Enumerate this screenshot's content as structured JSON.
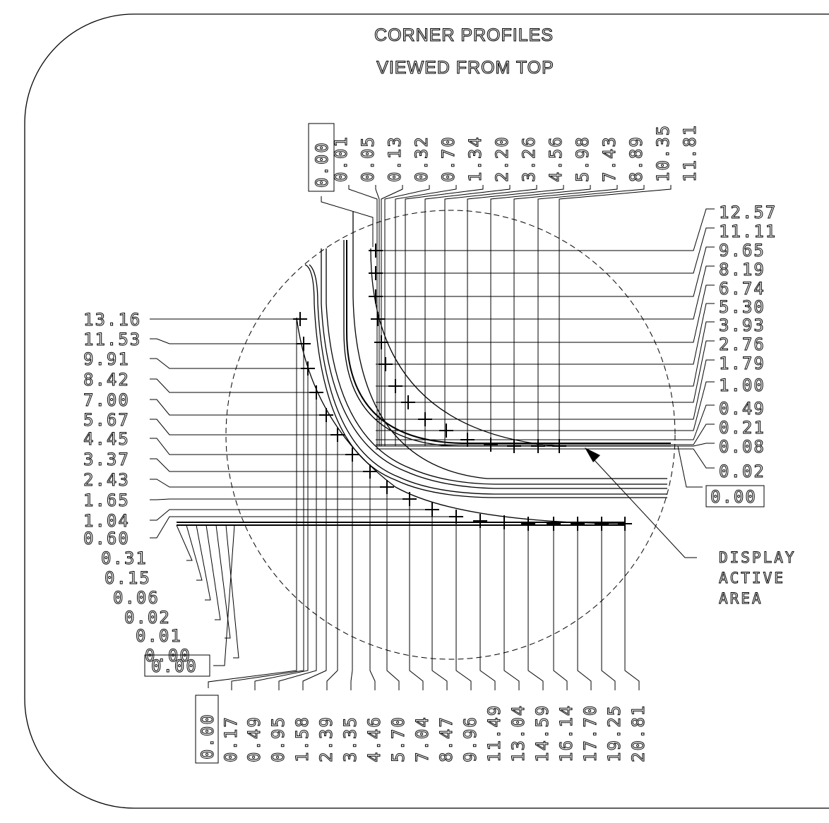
{
  "title": {
    "line1": "CORNER PROFILES",
    "line2": "VIEWED FROM TOP"
  },
  "callout": {
    "label_lines": [
      "DISPLAY",
      "ACTIVE",
      "AREA"
    ]
  },
  "top_values": {
    "boxed": "0.00",
    "items": [
      "0.01",
      "0.05",
      "0.13",
      "0.32",
      "0.70",
      "1.34",
      "2.20",
      "3.26",
      "4.56",
      "5.98",
      "7.43",
      "8.89",
      "10.35",
      "11.81"
    ]
  },
  "right_values": {
    "items": [
      "12.57",
      "11.11",
      "9.65",
      "8.19",
      "6.74",
      "5.30",
      "3.93",
      "2.76",
      "1.79",
      "1.00",
      "0.49",
      "0.21",
      "0.08",
      "0.02"
    ],
    "boxed": "0.00"
  },
  "left_values": {
    "items": [
      "13.16",
      "11.53",
      "9.91",
      "8.42",
      "7.00",
      "5.67",
      "4.45",
      "3.37",
      "2.43",
      "1.65",
      "1.04",
      "0.60",
      "0.31",
      "0.15",
      "0.06",
      "0.02",
      "0.01",
      "0.00"
    ],
    "boxed": "0.00"
  },
  "bottom_values": {
    "boxed": "0.00",
    "items": [
      "0.17",
      "0.49",
      "0.95",
      "1.58",
      "2.39",
      "3.35",
      "4.46",
      "5.70",
      "7.04",
      "8.47",
      "9.96",
      "11.49",
      "13.04",
      "14.59",
      "16.14",
      "17.70",
      "19.25",
      "20.81"
    ]
  }
}
